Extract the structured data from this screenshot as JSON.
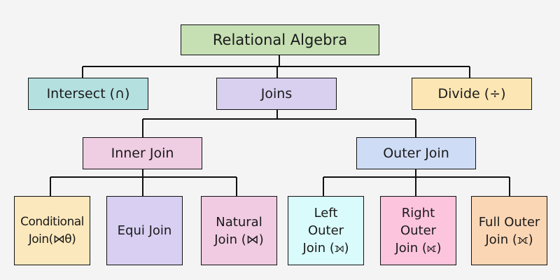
{
  "diagram": {
    "root": {
      "label": "Relational Algebra",
      "color": "#c6e0b4"
    },
    "level1": [
      {
        "label": "Intersect (∩)",
        "color": "#b4e0e0"
      },
      {
        "label": "Joins",
        "color": "#d9d0f0"
      },
      {
        "label": "Divide (÷)",
        "color": "#fbe6b4"
      }
    ],
    "level2": [
      {
        "label": "Inner Join",
        "color": "#efcde3"
      },
      {
        "label": "Outer Join",
        "color": "#cfdcf6"
      }
    ],
    "leaves": [
      {
        "lines": [
          "Conditional",
          "Join(⋈θ)"
        ],
        "color": "#fbe8bc"
      },
      {
        "lines": [
          "Equi Join"
        ],
        "color": "#d8cff2"
      },
      {
        "lines": [
          "Natural",
          "Join (⋈)"
        ],
        "color": "#f0cbe2"
      },
      {
        "lines": [
          "Left",
          "Outer",
          "Join (⟕)"
        ],
        "color": "#d9fbfb"
      },
      {
        "lines": [
          "Right",
          "Outer",
          "Join (⟖)"
        ],
        "color": "#fdc4dd"
      },
      {
        "lines": [
          "Full Outer",
          "Join (⟗)"
        ],
        "color": "#fbd6b4"
      }
    ]
  }
}
